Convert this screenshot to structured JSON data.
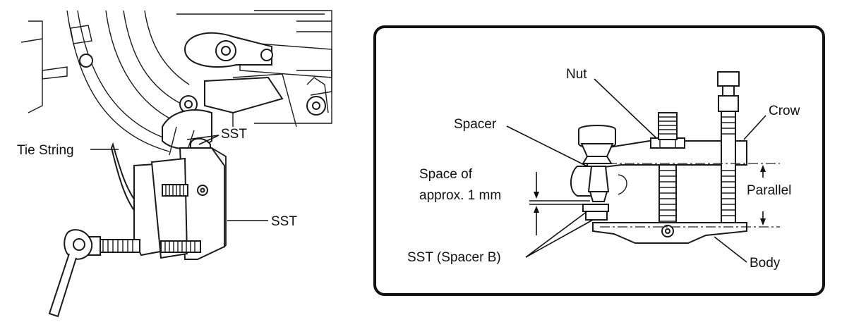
{
  "figure": {
    "left_labels": {
      "tie_string": "Tie String",
      "sst_upper": "SST",
      "sst_lower": "SST"
    },
    "right_labels": {
      "nut": "Nut",
      "crow": "Crow",
      "spacer": "Spacer",
      "space_line1": "Space of",
      "space_line2": "approx. 1 mm",
      "parallel": "Parallel",
      "sst_spacer_b": "SST (Spacer B)",
      "body": "Body"
    }
  }
}
